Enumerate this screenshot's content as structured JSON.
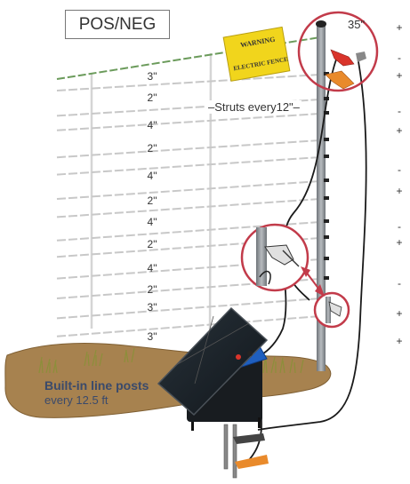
{
  "title": "POS/NEG",
  "top_height": "35\"",
  "struts_label": "Struts every12\"",
  "posts_label": "Built-in line posts",
  "posts_sub": "every 12.5 ft",
  "sign": {
    "line1": "WARNING",
    "line2": "ELECTRIC FENCE"
  },
  "spacings": [
    "3\"",
    "2\"",
    "4\"",
    "2\"",
    "4\"",
    "2\"",
    "4\"",
    "2\"",
    "4\"",
    "2\"",
    "3\"",
    "3\""
  ],
  "polarity": [
    "+",
    "-",
    "+",
    "-",
    "+",
    "-",
    "+",
    "-",
    "+",
    "-",
    "+",
    "+"
  ],
  "colors": {
    "fence_wire": "#c8c8c8",
    "post": "#8e9398",
    "circle": "#c23b4a",
    "ground": "#a7824f",
    "charger_blue": "#1f5fbf",
    "clip_red": "#d9342b",
    "clip_orange": "#e98a2b"
  }
}
